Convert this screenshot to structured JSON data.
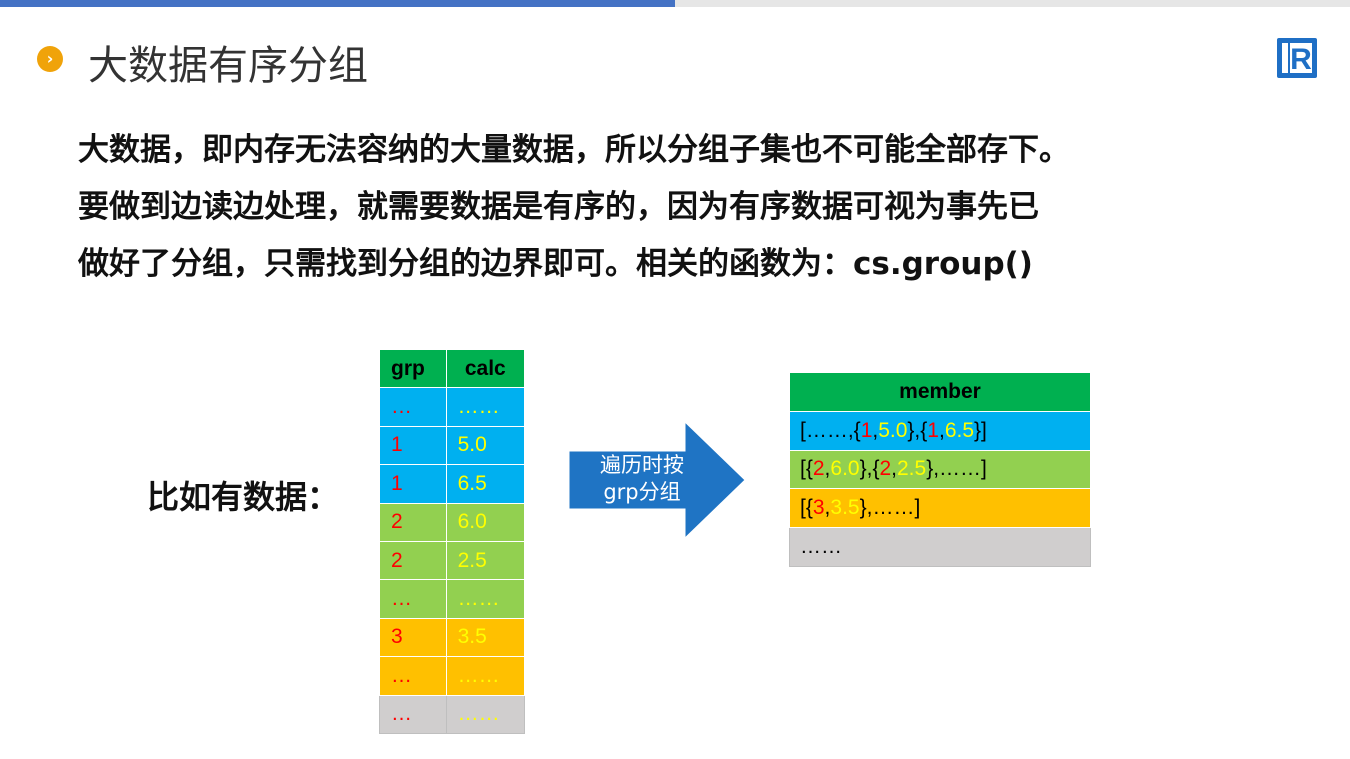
{
  "slide": {
    "title": "大数据有序分组",
    "bullet_glyph": "›",
    "logo_letter": "R",
    "paragraph_lines": [
      "大数据，即内存无法容纳的大量数据，所以分组子集也不可能全部存下。",
      "要做到边读边处理，就需要数据是有序的，因为有序数据可视为事先已",
      "做好了分组，只需找到分组的边界即可。相关的函数为：cs.group()"
    ],
    "example_label": "比如有数据："
  },
  "data_table": {
    "headers": [
      "grp",
      "calc"
    ],
    "rows": [
      {
        "grp": "…",
        "calc": "……"
      },
      {
        "grp": "1",
        "calc": "5.0"
      },
      {
        "grp": "1",
        "calc": "6.5"
      },
      {
        "grp": "2",
        "calc": "6.0"
      },
      {
        "grp": "2",
        "calc": "2.5"
      },
      {
        "grp": "…",
        "calc": "……"
      },
      {
        "grp": "3",
        "calc": "3.5"
      },
      {
        "grp": "…",
        "calc": "……"
      },
      {
        "grp": "…",
        "calc": "……"
      }
    ]
  },
  "arrow": {
    "line1": "遍历时按",
    "line2": "grp分组"
  },
  "member_table": {
    "header": "member",
    "rows": [
      [
        {
          "t": "[……,{",
          "c": "k"
        },
        {
          "t": "1",
          "c": "r"
        },
        {
          "t": ",",
          "c": "k"
        },
        {
          "t": "5.0",
          "c": "y"
        },
        {
          "t": "},{",
          "c": "k"
        },
        {
          "t": "1",
          "c": "r"
        },
        {
          "t": ",",
          "c": "k"
        },
        {
          "t": "6.5",
          "c": "y"
        },
        {
          "t": "}]",
          "c": "k"
        }
      ],
      [
        {
          "t": "[{",
          "c": "k"
        },
        {
          "t": "2",
          "c": "r"
        },
        {
          "t": ",",
          "c": "k"
        },
        {
          "t": "6.0",
          "c": "y"
        },
        {
          "t": "},{",
          "c": "k"
        },
        {
          "t": "2",
          "c": "r"
        },
        {
          "t": ",",
          "c": "k"
        },
        {
          "t": "2.5",
          "c": "y"
        },
        {
          "t": "},……]",
          "c": "k"
        }
      ],
      [
        {
          "t": "[{",
          "c": "k"
        },
        {
          "t": "3",
          "c": "r"
        },
        {
          "t": ",",
          "c": "k"
        },
        {
          "t": "3.5",
          "c": "y"
        },
        {
          "t": "},……]",
          "c": "k"
        }
      ],
      [
        {
          "t": "……",
          "c": "k"
        }
      ]
    ]
  },
  "colors": {
    "accent_blue": "#4472c4",
    "bullet_orange": "#f0a30a",
    "header_green": "#00b050",
    "row_blue": "#00b0f0",
    "row_green": "#92d050",
    "row_orange": "#ffc000",
    "row_gray": "#d0cece",
    "arrow_blue": "#1f74c4",
    "grp_red": "#ff0000",
    "calc_yellow": "#ffff00"
  }
}
